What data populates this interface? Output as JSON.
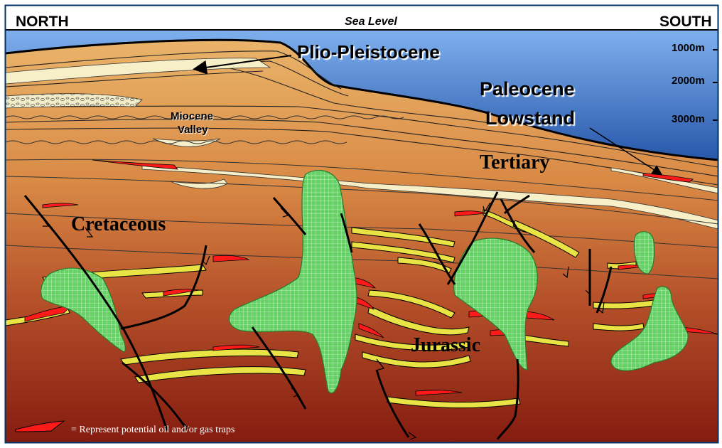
{
  "header": {
    "left_label": "NORTH",
    "center_label": "Sea Level",
    "right_label": "SOUTH"
  },
  "depth_markers": [
    "1000m",
    "2000m",
    "3000m"
  ],
  "units": {
    "plio": "Plio-Pleistocene",
    "paleocene_line1": "Paleocene",
    "paleocene_line2": "Lowstand",
    "miocene_line1": "Miocene",
    "miocene_line2": "Valley",
    "tertiary": "Tertiary",
    "cretaceous": "Cretaceous",
    "jurassic": "Jurassic"
  },
  "legend": {
    "text": "= Represent potential oil and/or gas traps"
  },
  "colors": {
    "sea": "#3b6fc4",
    "sediment_top": "#e3a55c",
    "sediment_bottom": "#8b1d12",
    "salt": "#5fd15f",
    "reservoir": "#e9e346",
    "trap": "#ff1a1a",
    "sand": "#f4eab5"
  }
}
